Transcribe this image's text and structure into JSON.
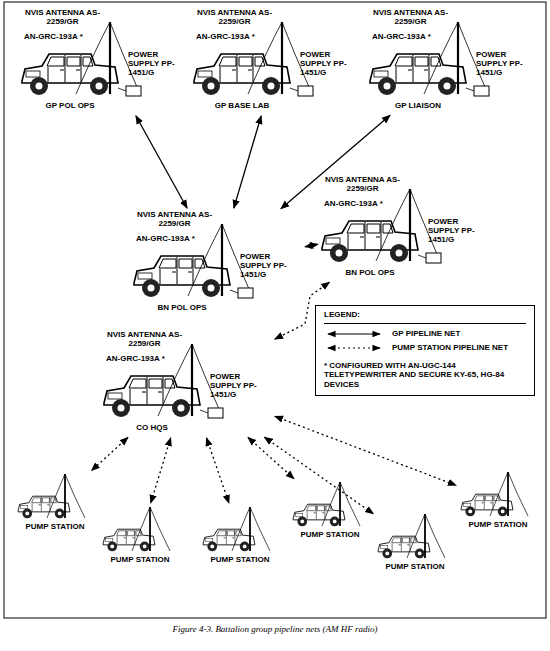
{
  "diagram": {
    "caption": "Figure 4-3. Battalion group pipeline nets (AM HF radio)",
    "nodes": [
      {
        "text": [
          "NVIS ANTENNA AS-2259/GR",
          "AN-GRC-193A *",
          "POWER SUPPLY PP-1451/G",
          "GP POL OPS"
        ]
      },
      {
        "text": [
          "NVIS ANTENNA AS-2259/GR",
          "AN-GRC-193A *",
          "POWER SUPPLY PP-1451/G",
          "GP BASE LAB"
        ]
      },
      {
        "text": [
          "NVIS ANTENNA AS-2259/GR",
          "AN-GRC-193A *",
          "POWER SUPPLY PP-1451/G",
          "GP LIAISON"
        ]
      },
      {
        "text": [
          "NVIS ANTENNA AS-2259/GR",
          "AN-GRC-193A *",
          "POWER SUPPLY PP-1451/G",
          "BN POL OPS"
        ]
      },
      {
        "text": [
          "NVIS ANTENNA AS-2259/GR",
          "AN-GRC-193A *",
          "POWER SUPPLY PP-1451/G",
          "BN POL OPS"
        ]
      },
      {
        "text": [
          "NVIS ANTENNA AS-2259/GR",
          "AN-GRC-193A *",
          "POWER SUPPLY PP-1451/G",
          "CO HQS"
        ]
      },
      {
        "text": [
          "PUMP STATION"
        ]
      },
      {
        "text": [
          "PUMP STATION"
        ]
      },
      {
        "text": [
          "PUMP STATION"
        ]
      },
      {
        "text": [
          "PUMP STATION"
        ]
      },
      {
        "text": [
          "PUMP STATION"
        ]
      },
      {
        "text": [
          "PUMP STATION"
        ]
      }
    ],
    "edges": [
      {
        "from": 0,
        "to": 3,
        "arrow": "both"
      },
      {
        "from": 1,
        "to": 3,
        "arrow": "both"
      },
      {
        "from": 2,
        "to": 3,
        "arrow": "both"
      },
      {
        "from": 3,
        "to": 4,
        "arrow": "both"
      },
      {
        "from": 4,
        "to": 5,
        "arrow": "both"
      },
      {
        "from": 5,
        "to": 6,
        "arrow": "both"
      },
      {
        "from": 5,
        "to": 7,
        "arrow": "both"
      },
      {
        "from": 5,
        "to": 8,
        "arrow": "both"
      },
      {
        "from": 5,
        "to": 9,
        "arrow": "both"
      },
      {
        "from": 5,
        "to": 10,
        "arrow": "both"
      },
      {
        "from": 5,
        "to": 11,
        "arrow": "both"
      }
    ],
    "labels": [
      "LEGEND:",
      "* CONFIGURED WITH AN-UGC-144 TELETYPEWRITER AND SECURE KY-65, HG-84 DEVICES"
    ],
    "legend": [
      {
        "text": "GP PIPELINE NET"
      },
      {
        "text": "PUMP STATION PIPELINE NET"
      }
    ]
  }
}
